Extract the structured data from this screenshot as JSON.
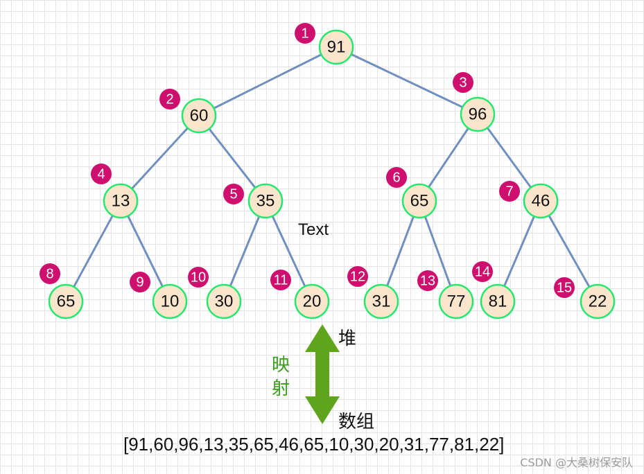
{
  "tree": {
    "nodes": [
      {
        "index": "1",
        "value": "91"
      },
      {
        "index": "2",
        "value": "60"
      },
      {
        "index": "3",
        "value": "96"
      },
      {
        "index": "4",
        "value": "13"
      },
      {
        "index": "5",
        "value": "35"
      },
      {
        "index": "6",
        "value": "65"
      },
      {
        "index": "7",
        "value": "46"
      },
      {
        "index": "8",
        "value": "65"
      },
      {
        "index": "9",
        "value": "10"
      },
      {
        "index": "10",
        "value": "30"
      },
      {
        "index": "11",
        "value": "20"
      },
      {
        "index": "12",
        "value": "31"
      },
      {
        "index": "13",
        "value": "77"
      },
      {
        "index": "14",
        "value": "81"
      },
      {
        "index": "15",
        "value": "22"
      }
    ]
  },
  "labels": {
    "stray_text": "Text",
    "heap": "堆",
    "mapping_line1": "映",
    "mapping_line2": "射",
    "array": "数组"
  },
  "array_text": "[91,60,96,13,35,65,46,65,10,30,20,31,77,81,22]",
  "watermark": "CSDN @大桑树保安队",
  "colors": {
    "node_fill": "#fbe5cd",
    "node_border": "#24e86e",
    "badge": "#cf0f6e",
    "edge": "#6f8fbf",
    "arrow": "#5ea41d",
    "mapping_text": "#3a9d1a"
  }
}
